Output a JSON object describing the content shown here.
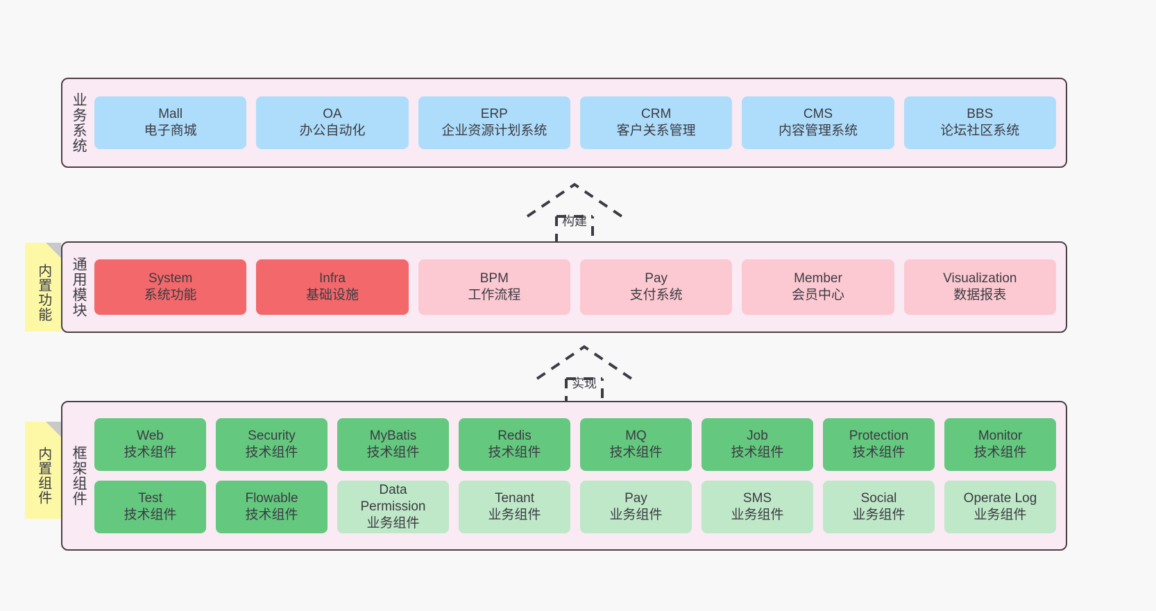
{
  "colors": {
    "background": "#f8f8f8",
    "panel_fill": "#f9eaf4",
    "panel_border": "#4b3f46",
    "business_card": "#aeddfb",
    "module_primary": "#f2686b",
    "module_secondary": "#fcc9d2",
    "component_tech": "#64c87f",
    "component_business": "#bfe8c8",
    "sticky_note": "#fcf8a6",
    "sticky_fold": "#c9c9c9",
    "arrow": "#3b3b42"
  },
  "sections": {
    "business": {
      "title": "业务系统",
      "cards": [
        {
          "name": "Mall",
          "desc": "电子商城"
        },
        {
          "name": "OA",
          "desc": "办公自动化"
        },
        {
          "name": "ERP",
          "desc": "企业资源计划系统"
        },
        {
          "name": "CRM",
          "desc": "客户关系管理"
        },
        {
          "name": "CMS",
          "desc": "内容管理系统"
        },
        {
          "name": "BBS",
          "desc": "论坛社区系统"
        }
      ]
    },
    "modules": {
      "title": "通用模块",
      "sticky": "内置功能",
      "cards": [
        {
          "name": "System",
          "desc": "系统功能",
          "tone": "primary"
        },
        {
          "name": "Infra",
          "desc": "基础设施",
          "tone": "primary"
        },
        {
          "name": "BPM",
          "desc": "工作流程",
          "tone": "secondary"
        },
        {
          "name": "Pay",
          "desc": "支付系统",
          "tone": "secondary"
        },
        {
          "name": "Member",
          "desc": "会员中心",
          "tone": "secondary"
        },
        {
          "name": "Visualization",
          "desc": "数据报表",
          "tone": "secondary"
        }
      ]
    },
    "framework": {
      "title": "框架组件",
      "sticky": "内置组件",
      "row1": [
        {
          "name": "Web",
          "desc": "技术组件"
        },
        {
          "name": "Security",
          "desc": "技术组件"
        },
        {
          "name": "MyBatis",
          "desc": "技术组件"
        },
        {
          "name": "Redis",
          "desc": "技术组件"
        },
        {
          "name": "MQ",
          "desc": "技术组件"
        },
        {
          "name": "Job",
          "desc": "技术组件"
        },
        {
          "name": "Protection",
          "desc": "技术组件"
        },
        {
          "name": "Monitor",
          "desc": "技术组件"
        }
      ],
      "row2": [
        {
          "name": "Test",
          "desc": "技术组件",
          "tone": "tech"
        },
        {
          "name": "Flowable",
          "desc": "技术组件",
          "tone": "tech"
        },
        {
          "name": "Data\nPermission",
          "desc": "业务组件",
          "tone": "business"
        },
        {
          "name": "Tenant",
          "desc": "业务组件",
          "tone": "business"
        },
        {
          "name": "Pay",
          "desc": "业务组件",
          "tone": "business"
        },
        {
          "name": "SMS",
          "desc": "业务组件",
          "tone": "business"
        },
        {
          "name": "Social",
          "desc": "业务组件",
          "tone": "business"
        },
        {
          "name": "Operate Log",
          "desc": "业务组件",
          "tone": "business"
        }
      ]
    }
  },
  "connectors": [
    {
      "label": "构建",
      "from": "modules",
      "to": "business"
    },
    {
      "label": "实现",
      "from": "framework",
      "to": "modules"
    }
  ]
}
